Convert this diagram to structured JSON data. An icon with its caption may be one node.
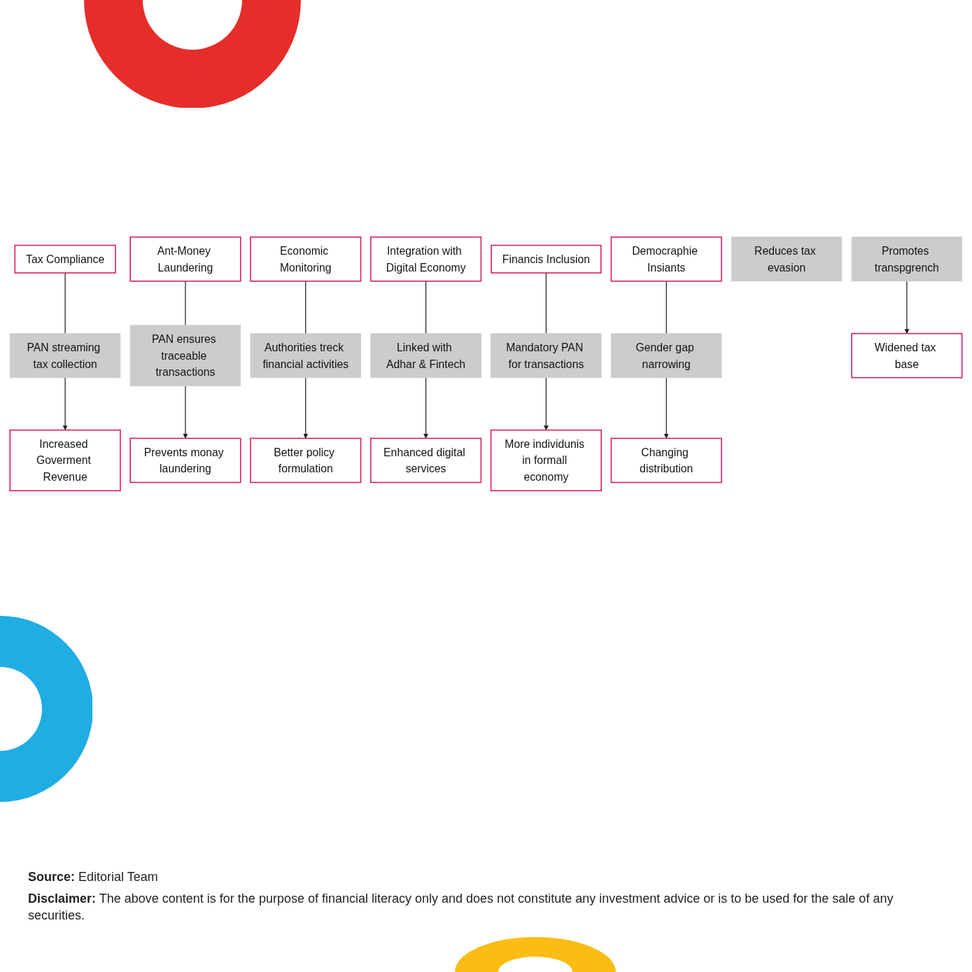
{
  "diagram": {
    "nodes": [
      {
        "text": [
          "Tax Compliance"
        ]
      },
      {
        "text": [
          "Ant-Money Laundering"
        ]
      },
      {
        "text": [
          "Economic Monitoring"
        ]
      },
      {
        "text": [
          "Integration with Digital Economy"
        ]
      },
      {
        "text": [
          "Financis Inclusion"
        ]
      },
      {
        "text": [
          "Democraphie Insiants"
        ]
      },
      {
        "text": [
          "Reduces tax evasion"
        ]
      },
      {
        "text": [
          "PAN streaming tax collection"
        ]
      },
      {
        "text": [
          "PAN ensures traceable transactions"
        ]
      },
      {
        "text": [
          "Authorities treck financial activities"
        ]
      },
      {
        "text": [
          "Linked with Adhar & Fintech"
        ]
      },
      {
        "text": [
          "Mandatory PAN for transactions"
        ]
      },
      {
        "text": [
          "Gender gap narrowing"
        ]
      },
      {
        "text": [
          "Increased Goverment Revenue"
        ]
      },
      {
        "text": [
          "Prevents monay laundering"
        ]
      },
      {
        "text": [
          "Better policy formulation"
        ]
      },
      {
        "text": [
          "Enhanced digital services"
        ]
      },
      {
        "text": [
          "More individunis in formall economy"
        ]
      },
      {
        "text": [
          "Changing distribution"
        ]
      },
      {
        "text": [
          "Promotes transpgrench"
        ]
      },
      {
        "text": [
          "Widened tax base"
        ]
      }
    ],
    "edges": [
      {
        "from": 0,
        "to": 7,
        "arrow": "none"
      },
      {
        "from": 7,
        "to": 13,
        "arrow": "to"
      },
      {
        "from": 1,
        "to": 8,
        "arrow": "none"
      },
      {
        "from": 8,
        "to": 14,
        "arrow": "to"
      },
      {
        "from": 2,
        "to": 9,
        "arrow": "none"
      },
      {
        "from": 9,
        "to": 15,
        "arrow": "to"
      },
      {
        "from": 3,
        "to": 10,
        "arrow": "none"
      },
      {
        "from": 10,
        "to": 16,
        "arrow": "to"
      },
      {
        "from": 4,
        "to": 11,
        "arrow": "none"
      },
      {
        "from": 11,
        "to": 17,
        "arrow": "to"
      },
      {
        "from": 5,
        "to": 12,
        "arrow": "none"
      },
      {
        "from": 12,
        "to": 18,
        "arrow": "to"
      },
      {
        "from": 19,
        "to": 20,
        "arrow": "to"
      }
    ],
    "labels": [
      "**Source:** Editorial Team",
      "**Disclaimer:** The above content is for the purpose of financial literacy only and does not constitute any investment advice or is to be used for the sale of any securities."
    ]
  }
}
